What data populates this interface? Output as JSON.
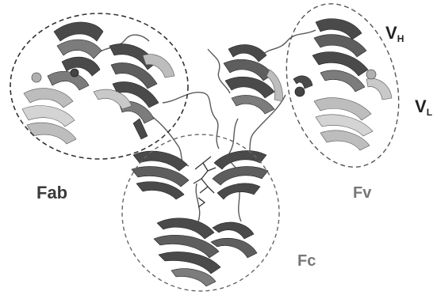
{
  "figure": {
    "labels": {
      "fab": "Fab",
      "fv": "Fv",
      "fc": "Fc",
      "vh_main": "V",
      "vh_sub": "H",
      "vl_main": "V",
      "vl_sub": "L"
    },
    "colors": {
      "background": "#ffffff",
      "ribbon_dark": "#4a4a4a",
      "ribbon_mid": "#7c7c7c",
      "ribbon_light": "#bdbdbd",
      "loop": "#5a5a5a",
      "outline_dark": "#333333",
      "outline_grey": "#666666",
      "label_dark": "#3a3a3a",
      "label_grey": "#777777"
    },
    "icons": [
      "heavy-chain-ribbon",
      "light-chain-ribbon",
      "glycan-sticks",
      "disulfide-sphere"
    ]
  }
}
